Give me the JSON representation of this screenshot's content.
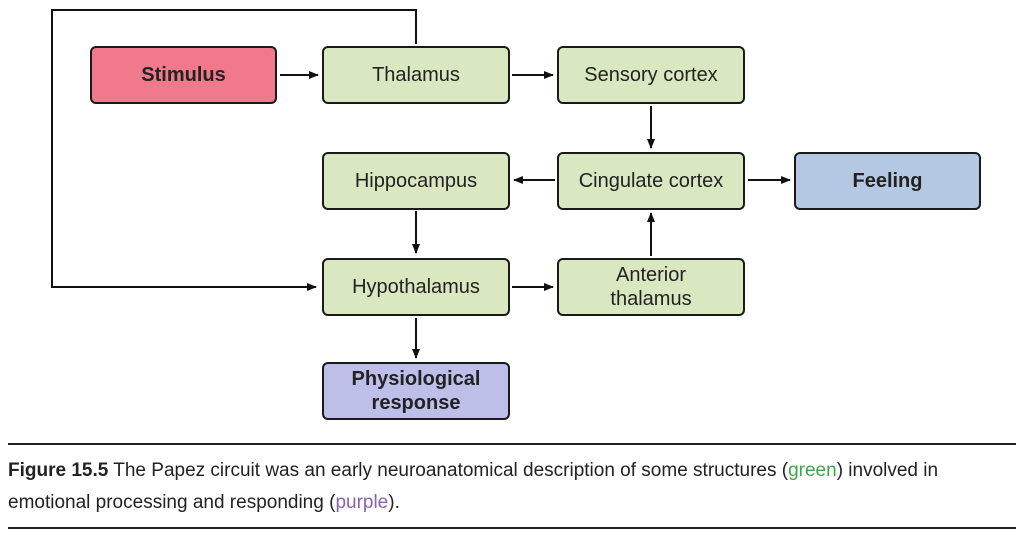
{
  "nodes": {
    "stimulus": "Stimulus",
    "thalamus": "Thalamus",
    "sensory_cortex": "Sensory cortex",
    "hippocampus": "Hippocampus",
    "cingulate_cortex": "Cingulate cortex",
    "feeling": "Feeling",
    "hypothalamus": "Hypothalamus",
    "anterior_thalamus_line1": "Anterior",
    "anterior_thalamus_line2": "thalamus",
    "physiological_response_line1": "Physiological",
    "physiological_response_line2": "response"
  },
  "colors": {
    "stimulus": "#f07a8c",
    "brain_structure": "#d9e8c0",
    "feeling": "#b5c8e3",
    "response": "#bdbfe8"
  },
  "caption": {
    "label": "Figure 15.5",
    "text_part1": " The Papez circuit was an early neuroanatomical description of some structures (",
    "green_word": "green",
    "text_part2": ") involved in emotional processing and responding (",
    "purple_word": "purple",
    "text_part3": ")."
  }
}
